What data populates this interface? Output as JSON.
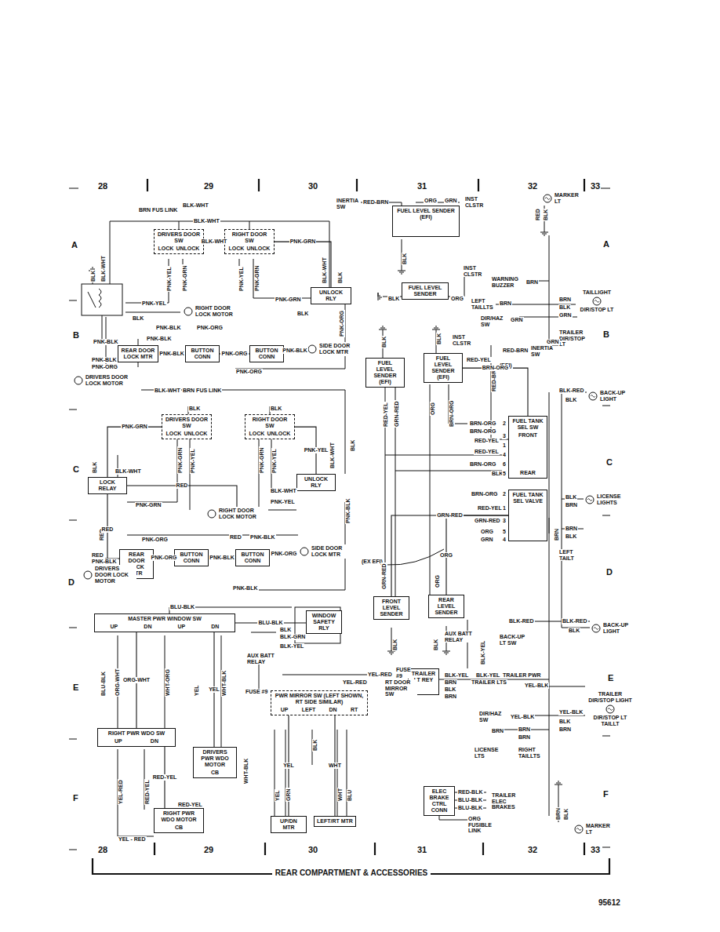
{
  "diagram": {
    "caption": "REAR COMPARTMENT & ACCESSORIES",
    "nodes": [
      {
        "text": [
          "DRIVERS DOOR SW",
          "LOCK",
          "UNLOCK"
        ]
      },
      {
        "text": [
          "RIGHT DOOR SW",
          "LOCK",
          "UNLOCK"
        ]
      },
      {
        "text": [
          "UNLOCK RLY"
        ]
      },
      {
        "text": [
          "RIGHT DOOR LOCK MOTOR"
        ]
      },
      {
        "text": [
          "REAR DOOR LOCK MTR"
        ]
      },
      {
        "text": [
          "BUTTON CONN"
        ]
      },
      {
        "text": [
          "BUTTON CONN"
        ]
      },
      {
        "text": [
          "SIDE DOOR LOCK MTR"
        ]
      },
      {
        "text": [
          "DRIVERS DOOR LOCK MOTOR"
        ]
      },
      {
        "text": [
          "DRIVERS DOOR SW",
          "LOCK",
          "UNLOCK"
        ]
      },
      {
        "text": [
          "RIGHT DOOR SW",
          "LOCK",
          "UNLOCK"
        ]
      },
      {
        "text": [
          "LOCK RELAY"
        ]
      },
      {
        "text": [
          "UNLOCK RLY"
        ]
      },
      {
        "text": [
          "RIGHT DOOR LOCK MOTOR"
        ]
      },
      {
        "text": [
          "REAR DOOR LOCK MTR"
        ]
      },
      {
        "text": [
          "BUTTON CONN"
        ]
      },
      {
        "text": [
          "BUTTON CONN"
        ]
      },
      {
        "text": [
          "SIDE DOOR LOCK MTR"
        ]
      },
      {
        "text": [
          "DRIVERS DOOR LOCK MOTOR"
        ]
      },
      {
        "text": [
          "MASTER PWR WINDOW SW",
          "UP",
          "DN",
          "UP",
          "DN"
        ]
      },
      {
        "text": [
          "WINDOW SAFETY RLY"
        ]
      },
      {
        "text": [
          "RIGHT PWR WDO SW",
          "UP",
          "DN"
        ]
      },
      {
        "text": [
          "DRIVERS PWR WDO MOTOR",
          "CB"
        ]
      },
      {
        "text": [
          "RIGHT PWR WDO MOTOR",
          "CB"
        ]
      },
      {
        "text": [
          "PWR MIRROR SW (LEFT SHOWN, RT SIDE SIMILAR)",
          "UP",
          "LEFT",
          "DN",
          "RT"
        ]
      },
      {
        "text": [
          "UP/DN MTR"
        ]
      },
      {
        "text": [
          "LEFT/RT MTR"
        ]
      },
      {
        "text": [
          "FUEL LEVEL SENDER (EFI)"
        ]
      },
      {
        "text": [
          "FUEL LEVEL SENDER"
        ]
      },
      {
        "text": [
          "FUEL LEVEL SENDER (EFI)"
        ]
      },
      {
        "text": [
          "FUEL LEVEL SENDER (EFI)"
        ]
      },
      {
        "text": [
          "FUEL TANK SEL SW",
          "FRONT",
          "REAR"
        ]
      },
      {
        "text": [
          "FUEL TANK SEL VALVE"
        ]
      },
      {
        "text": [
          "FRONT LEVEL SENDER"
        ]
      },
      {
        "text": [
          "REAR LEVEL SENDER"
        ]
      },
      {
        "text": [
          "TRAILER LT REY"
        ]
      },
      {
        "text": [
          "ELEC BRAKE CTRL CONN"
        ]
      },
      {
        "text": [
          "MARKER LT"
        ]
      },
      {
        "text": [
          "TAILLIGHT",
          "DIR/STOP LT"
        ]
      },
      {
        "text": [
          "BACK-UP LIGHT"
        ]
      },
      {
        "text": [
          "LICENSE LIGHTS"
        ]
      },
      {
        "text": [
          "BACK-UP LIGHT"
        ]
      },
      {
        "text": [
          "TRAILER DIR/STOP LIGHT",
          "DIR/STOP LT",
          "TAILLT"
        ]
      },
      {
        "text": [
          "MARKER LT"
        ]
      }
    ],
    "edges": [
      {
        "from": 0,
        "to": 1,
        "label": "BLK-WHT",
        "arrow": "none"
      },
      {
        "from": 1,
        "to": 2,
        "label": "PNK-GRN",
        "arrow": "none"
      },
      {
        "from": 4,
        "to": 5,
        "label": "PNK-BLK",
        "arrow": "none"
      },
      {
        "from": 5,
        "to": 6,
        "label": "PNK-ORG",
        "arrow": "none"
      },
      {
        "from": 6,
        "to": 7,
        "label": "PNK-BLK",
        "arrow": "none"
      },
      {
        "from": 9,
        "to": 11,
        "label": "PNK-GRN",
        "arrow": "none"
      },
      {
        "from": 10,
        "to": 12,
        "label": "PNK-YEL",
        "arrow": "none"
      },
      {
        "from": 11,
        "to": 18,
        "label": "RED",
        "arrow": "none"
      },
      {
        "from": 11,
        "to": 13,
        "label": "RED",
        "arrow": "none"
      },
      {
        "from": 14,
        "to": 15,
        "label": "PNK-ORG",
        "arrow": "none"
      },
      {
        "from": 15,
        "to": 16,
        "label": "PNK-BLK",
        "arrow": "none"
      },
      {
        "from": 16,
        "to": 17,
        "label": "PNK-ORG",
        "arrow": "none"
      },
      {
        "from": 19,
        "to": 20,
        "label": "BLU-BLK",
        "arrow": "none"
      },
      {
        "from": 19,
        "to": 21,
        "label": "ORG-WHT",
        "arrow": "none"
      },
      {
        "from": 19,
        "to": 22,
        "label": "YEL",
        "arrow": "none"
      },
      {
        "from": 21,
        "to": 23,
        "label": "RED-YEL",
        "arrow": "none"
      },
      {
        "from": 24,
        "to": 25,
        "label": "YEL",
        "arrow": "none"
      },
      {
        "from": 24,
        "to": 26,
        "label": "WHT",
        "arrow": "none"
      },
      {
        "from": 30,
        "to": 31,
        "label": "BRN-ORG",
        "arrow": "none"
      },
      {
        "from": 32,
        "to": 33,
        "label": "GRN-RED",
        "arrow": "none"
      },
      {
        "from": 32,
        "to": 34,
        "label": "ORG",
        "arrow": "none"
      }
    ],
    "labels": [
      "28",
      "29",
      "30",
      "31",
      "32",
      "33",
      "28",
      "29",
      "30",
      "31",
      "32",
      "33",
      "A",
      "B",
      "C",
      "D",
      "E",
      "F",
      "A",
      "B",
      "C",
      "D",
      "E",
      "F",
      "95612",
      "BRN FUS LINK",
      "BLK-WHT",
      "BLK-WHT",
      "BLK",
      "BLK-WHT",
      "PNK-YEL",
      "PNK-GRN",
      "PNK-YEL",
      "PNK-GRN",
      "BLK-WHT",
      "BLK",
      "PNK-GRN",
      "BLK",
      "PNK-YEL",
      "BLK",
      "PNK-BLK",
      "PNK-ORG",
      "PNK-BLK",
      "PNK-BLK",
      "PNK-ORG",
      "PNK-ORG",
      "PNK-BLK",
      "PNK-ORG",
      "BLK-WHT",
      "BRN FUS LINK",
      "BLK",
      "BLK",
      "BLK",
      "BLK-WHT",
      "PNK-GRN",
      "PNK-YEL",
      "PNK-GRN",
      "PNK-YEL",
      "BLK-WHT",
      "BLK",
      "PNK-GRN",
      "BLK-WHT",
      "PNK-YEL",
      "PNK-BLK",
      "RED",
      "RED",
      "PNK-BLK",
      "PNK-ORG",
      "RED",
      "PNK-BLK",
      "PNK-BLK",
      "BLU-BLK",
      "BLK",
      "BLK-GRN",
      "BLK-YEL",
      "AUX BATT RELAY",
      "FUSE #9",
      "BLU-BLK",
      "ORG-WHT",
      "WHT-ORG",
      "YEL",
      "WHT-BLK",
      "WHT-BLK",
      "YEL-RED",
      "RED-YEL",
      "RED-YEL",
      "YEL - RED",
      "YEL-RED",
      "FUSE #9",
      "YEL-RED",
      "RT DOOR MIRROR SW",
      "YEL",
      "GRN",
      "WHT",
      "BLU",
      "BLK",
      "INERTIA SW",
      "RED-BRN",
      "ORG",
      "GRN",
      "INST CLSTR",
      "BLK",
      "INST CLSTR",
      "BLK",
      "ORG",
      "BLK",
      "BLK",
      "INST CLSTR",
      "RED-YEL",
      "RED-BRN",
      "INERTIA SW",
      "(EFI)",
      "RED-YEL",
      "GRN-RED",
      "ORG",
      "BRN-ORG",
      "RED-BRN",
      "BRN-ORG",
      "BRN-ORG",
      "RED-YEL",
      "RED-YEL",
      "BRN-ORG",
      "BLK",
      "2",
      "3",
      "1",
      "4",
      "6",
      "5",
      "BRN-ORG",
      "RED-YEL",
      "GRN-RED",
      "ORG",
      "GRN",
      "2",
      "1",
      "3",
      "5",
      "4",
      "(EX EFI)",
      "GRN-RED",
      "ORG",
      "BLK",
      "BLK",
      "AUX BATT RELAY",
      "BLK-YEL",
      "BLK-YEL",
      "BLK-YEL",
      "TRAILER PWR",
      "BRN",
      "TRAILER LTS",
      "BLK",
      "BRN",
      "RED-BLK",
      "BLU-BLK",
      "BLU-BLK",
      "TRAILER ELEC BRAKES",
      "ORG FUSIBLE LINK",
      "RED",
      "BLK",
      "WARNING BUZZER",
      "BRN",
      "LEFT TAILLTS",
      "BRN",
      "DIR/HAZ SW",
      "GRN",
      "BRN",
      "BLK",
      "GRN",
      "TRAILER DIR/STOP LT",
      "GRN",
      "BLK-RED",
      "BLK",
      "BLK",
      "BRN",
      "BRN",
      "BLK",
      "BRN",
      "LEFT TAILT",
      "BLK-RED",
      "BLK-RED",
      "BLK",
      "BACK-UP LT SW",
      "YEL-BLK",
      "DIR/HAZ SW",
      "YEL-BLK",
      "YEL-BLK",
      "BLK",
      "BRN",
      "BRN",
      "BRN",
      "BRN",
      "LICENSE LTS",
      "RIGHT TAILLTS",
      "BRN",
      "BLK"
    ]
  }
}
